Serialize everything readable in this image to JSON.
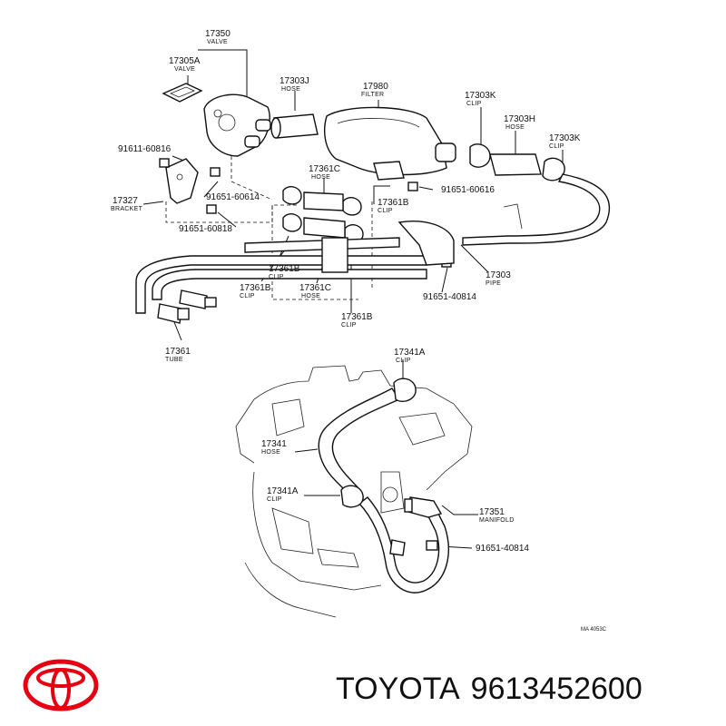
{
  "footer": {
    "brand": "TOYOTA",
    "part_number": "9613452600",
    "brand_color": "#e60012"
  },
  "callouts": [
    {
      "id": "c1",
      "number": "17350",
      "name": "VALVE"
    },
    {
      "id": "c2",
      "number": "17305A",
      "name": "VALVE"
    },
    {
      "id": "c3",
      "number": "17303J",
      "name": "HOSE"
    },
    {
      "id": "c4",
      "number": "17980",
      "name": "FILTER"
    },
    {
      "id": "c5",
      "number": "17303K",
      "name": "CLIP"
    },
    {
      "id": "c6",
      "number": "17303H",
      "name": "HOSE"
    },
    {
      "id": "c7",
      "number": "17303K",
      "name": "CLIP"
    },
    {
      "id": "c8",
      "number": "91611-60816",
      "name": ""
    },
    {
      "id": "c9",
      "number": "17361C",
      "name": "HOSE"
    },
    {
      "id": "c10",
      "number": "17327",
      "name": "BRACKET"
    },
    {
      "id": "c11",
      "number": "91651-60614",
      "name": ""
    },
    {
      "id": "c12",
      "number": "91651-60616",
      "name": ""
    },
    {
      "id": "c13",
      "number": "17361B",
      "name": "CLIP"
    },
    {
      "id": "c14",
      "number": "91651-60818",
      "name": ""
    },
    {
      "id": "c15",
      "number": "17361B",
      "name": "CLIP"
    },
    {
      "id": "c16",
      "number": "17361B",
      "name": "CLIP"
    },
    {
      "id": "c17",
      "number": "17361C",
      "name": "HOSE"
    },
    {
      "id": "c18",
      "number": "17303",
      "name": "PIPE"
    },
    {
      "id": "c19",
      "number": "91651-40814",
      "name": ""
    },
    {
      "id": "c20",
      "number": "17361B",
      "name": "CLIP"
    },
    {
      "id": "c21",
      "number": "17361",
      "name": "TUBE"
    },
    {
      "id": "c22",
      "number": "17341A",
      "name": "CLIP"
    },
    {
      "id": "c23",
      "number": "17341",
      "name": "HOSE"
    },
    {
      "id": "c24",
      "number": "17341A",
      "name": "CLIP"
    },
    {
      "id": "c25",
      "number": "17351",
      "name": "MANIFOLD"
    },
    {
      "id": "c26",
      "number": "91651-40814",
      "name": ""
    }
  ],
  "figure_code": "MA 4053C",
  "icons": {
    "logo": "toyota-logo-icon"
  }
}
